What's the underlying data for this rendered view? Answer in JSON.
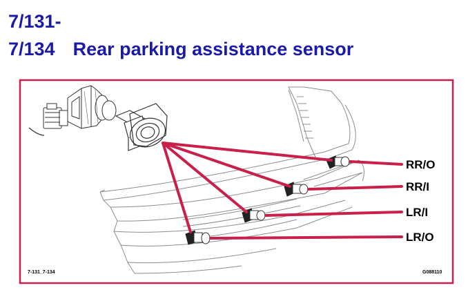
{
  "title": {
    "line1": "7/131-",
    "line2_number": "7/134",
    "line2_text": "Rear parking assistance sensor"
  },
  "diagram": {
    "labels": {
      "rr_outer": "RR/O",
      "rr_inner": "RR/I",
      "lr_inner": "LR/I",
      "lr_outer": "LR/O"
    },
    "caption_left": "7-131_7-134",
    "caption_right": "G088110"
  },
  "colors": {
    "title": "#1a1aa6",
    "frame": "#c8204a",
    "leader": "#c8204a",
    "drawing": "#909090",
    "sensor": "#222222"
  }
}
